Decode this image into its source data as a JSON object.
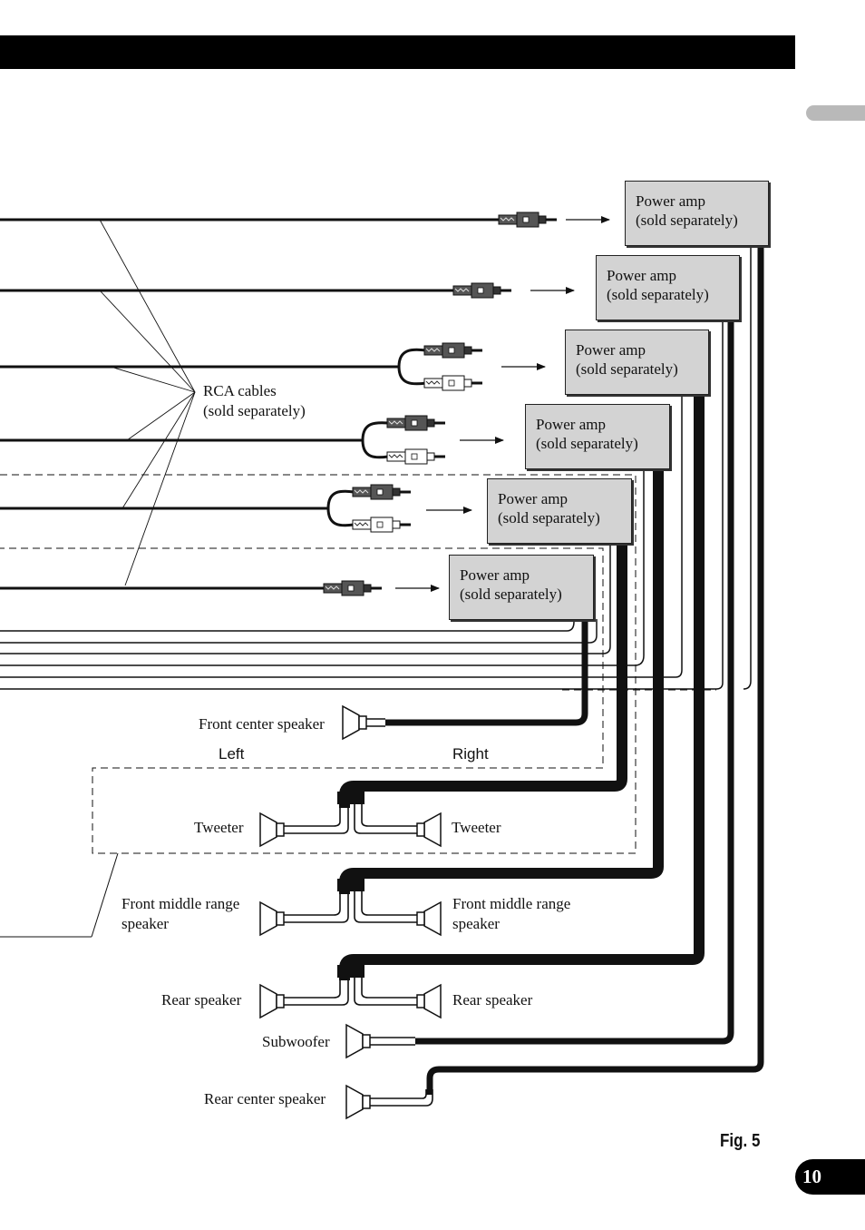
{
  "power_amp": {
    "line1": "Power amp",
    "line2": "(sold separately)"
  },
  "rca": {
    "line1": "RCA cables",
    "line2": "(sold separately)"
  },
  "speakers": {
    "front_center": "Front center speaker",
    "left_header": "Left",
    "right_header": "Right",
    "tweeter_left": "Tweeter",
    "tweeter_right": "Tweeter",
    "front_mid_left_1": "Front middle range",
    "front_mid_left_2": "speaker",
    "front_mid_right_1": "Front middle range",
    "front_mid_right_2": "speaker",
    "rear_left": "Rear speaker",
    "rear_right": "Rear speaker",
    "subwoofer": "Subwoofer",
    "rear_center": "Rear center speaker"
  },
  "figure_label": "Fig. 5",
  "page_number": "10"
}
